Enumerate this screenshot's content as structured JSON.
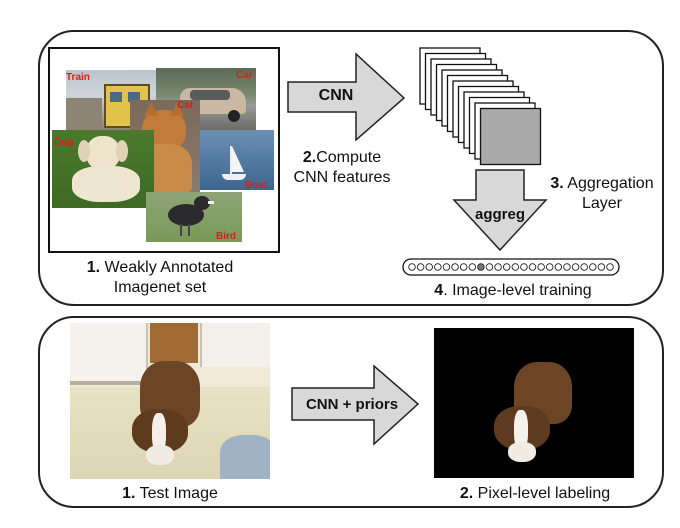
{
  "top": {
    "step1_num": "1.",
    "step1_text_a": "Weakly Annotated",
    "step1_text_b": "Imagenet set",
    "collage_labels": [
      "Train",
      "Car",
      "Cat",
      "Dog",
      "Boat",
      "Bird"
    ],
    "arrow1_label": "CNN",
    "step2_num": "2.",
    "step2_text_a": "Compute",
    "step2_text_b": "CNN features",
    "arrow2_label": "aggreg",
    "step3_num": "3.",
    "step3_text_a": "Aggregation",
    "step3_text_b": "Layer",
    "step4_num": "4",
    "step4_text": ". Image-level training"
  },
  "bottom": {
    "step1_num": "1.",
    "step1_text": "Test Image",
    "arrow_label": "CNN + priors",
    "step2_num": "2.",
    "step2_text": "Pixel-level labeling"
  },
  "colors": {
    "label_red": "#d0241c",
    "arrow_fill": "#d8d8d8",
    "feature_map_fill": "#a9a9a9",
    "dot_active": "#777777"
  },
  "feature_vector": {
    "dot_count": 24,
    "active_dot_index": 8
  }
}
